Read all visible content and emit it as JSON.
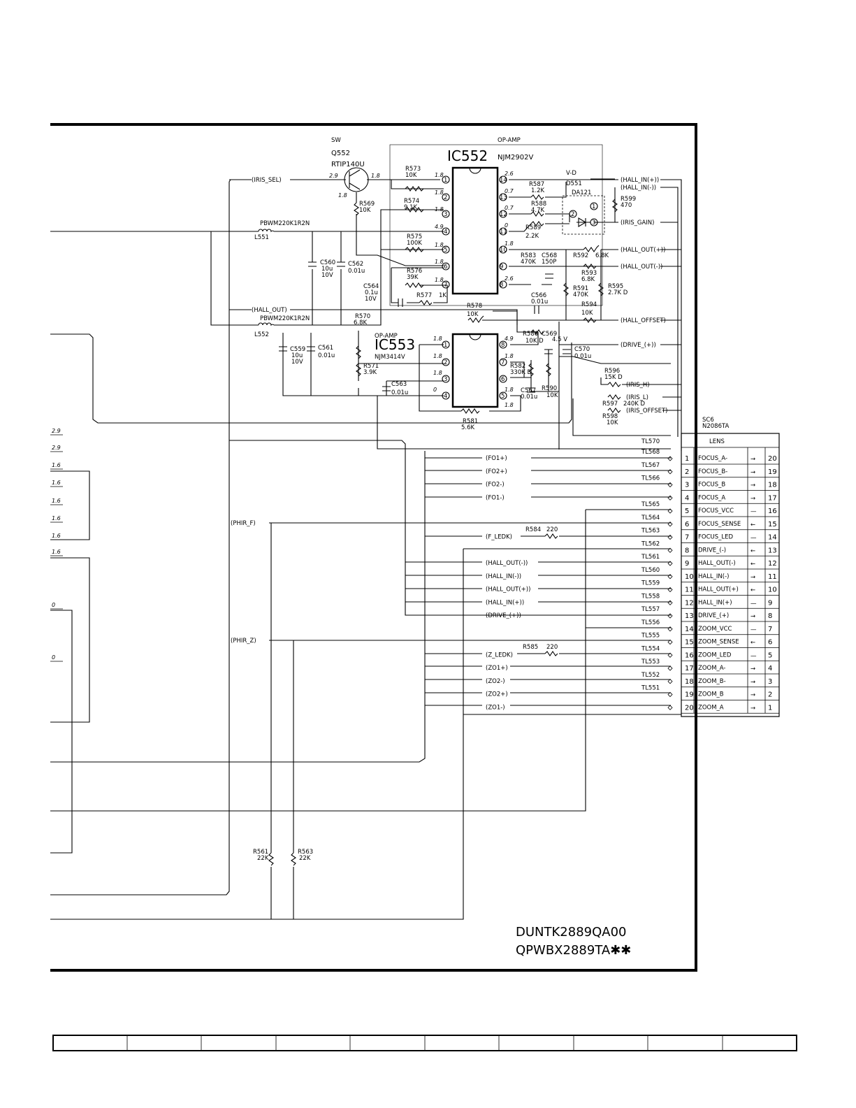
{
  "drawing": {
    "doc_number": "DUNTK2889QA00",
    "board_number": "QPWBX2889TA✱✱"
  },
  "transistor": {
    "role": "SW",
    "ref": "Q552",
    "part": "RTIP140U",
    "v_base": "2.9",
    "v_collector": "1.8",
    "v_emitter": "1.8"
  },
  "ic552": {
    "role": "OP-AMP",
    "ref": "IC552",
    "part": "NJM2902V",
    "left_pins": [
      {
        "n": "1",
        "v": "1.8"
      },
      {
        "n": "2",
        "v": "1.8"
      },
      {
        "n": "3",
        "v": "1.8"
      },
      {
        "n": "4",
        "v": "4.9"
      },
      {
        "n": "5",
        "v": "1.8"
      },
      {
        "n": "6",
        "v": "1.8"
      },
      {
        "n": "7",
        "v": "1.8"
      }
    ],
    "right_pins": [
      {
        "n": "14",
        "v": "2.6"
      },
      {
        "n": "13",
        "v": "0.7"
      },
      {
        "n": "12",
        "v": "0.7"
      },
      {
        "n": "11",
        "v": "0"
      },
      {
        "n": "10",
        "v": "1.8"
      },
      {
        "n": "9",
        "v": ""
      },
      {
        "n": "8",
        "v": "2.6"
      }
    ]
  },
  "ic553": {
    "role": "OP-AMP",
    "ref": "IC553",
    "part": "NJM3414V",
    "left_pins": [
      {
        "n": "1",
        "v": "1.8"
      },
      {
        "n": "2",
        "v": "1.8"
      },
      {
        "n": "3",
        "v": "1.8"
      },
      {
        "n": "4",
        "v": "0"
      }
    ],
    "right_pins": [
      {
        "n": "8",
        "v": "4.9"
      },
      {
        "n": "7",
        "v": "1.8"
      },
      {
        "n": "6",
        "v": ""
      },
      {
        "n": "5",
        "v": "1.8"
      }
    ],
    "extra_v": "1.8"
  },
  "diode": {
    "role": "V-D",
    "ref": "D551",
    "part": "DA121",
    "pins": [
      "1",
      "2",
      "3"
    ]
  },
  "inductors": [
    {
      "part": "PBWM220K1R2N",
      "ref": "L551"
    },
    {
      "part": "PBWM220K1R2N",
      "ref": "L552"
    }
  ],
  "components": {
    "R573": "10K",
    "R574": "9.1K",
    "R569": "10K",
    "R575": "100K",
    "R576": "39K",
    "R577": "1K",
    "R578": "10K",
    "R587": "1.2K",
    "R588": "4.7K",
    "R589": "2.2K",
    "R583": "470K",
    "R592": "6.8K",
    "R593": "6.8K",
    "R591": "470K",
    "R595": "2.7K D",
    "R594": "10K",
    "R599": "470",
    "R570": "6.8K",
    "R571": "3.9K",
    "R586": "10K D",
    "R582": "330K D",
    "R590": "10K",
    "R581": "5.6K",
    "R596": "15K D",
    "R597": "240K D",
    "R598": "10K",
    "R584": "220",
    "R585": "220",
    "R561": "22K",
    "R563": "22K",
    "C560": "10u",
    "C560v": "10V",
    "C562": "0.01u",
    "C564": "0.1u",
    "C564v": "10V",
    "C568": "150P",
    "C566": "0.01u",
    "C559": "10u",
    "C559v": "10V",
    "C561": "0.01u",
    "C563": "0.01u",
    "C569": "4.5 V",
    "C570": "0.01u",
    "C567": "0.01u"
  },
  "nets_top": [
    "(IRIS_SEL)",
    "(HALL_IN(+))",
    "(HALL_IN(-))",
    "(IRIS_GAIN)",
    "(HALL_OUT(+))",
    "(HALL_OUT(-))",
    "(HALL_OUT)",
    "(HALL_OFFSET)",
    "(DRIVE_(+))",
    "(IRIS_H)",
    "(IRIS_L)",
    "(IRIS_OFFSET)",
    "(PHIR_F)",
    "(PHIR_Z)"
  ],
  "connector": {
    "ref": "SC6",
    "part": "N2086TA",
    "title": "LENS",
    "test_point_top": "TL570",
    "rows": [
      {
        "n": "1",
        "tl": "TL568",
        "net": "(FO1+)",
        "name": "FOCUS_A-",
        "dir": "→",
        "pin": "20"
      },
      {
        "n": "2",
        "tl": "TL567",
        "net": "(FO2+)",
        "name": "FOCUS_B-",
        "dir": "→",
        "pin": "19"
      },
      {
        "n": "3",
        "tl": "TL566",
        "net": "(FO2-)",
        "name": "FOCUS_B",
        "dir": "→",
        "pin": "18"
      },
      {
        "n": "4",
        "tl": "",
        "net": "(FO1-)",
        "name": "FOCUS_A",
        "dir": "→",
        "pin": "17"
      },
      {
        "n": "5",
        "tl": "TL565",
        "net": "",
        "name": "FOCUS_VCC",
        "dir": "—",
        "pin": "16"
      },
      {
        "n": "6",
        "tl": "TL564",
        "net": "",
        "name": "FOCUS_SENSE",
        "dir": "←",
        "pin": "15"
      },
      {
        "n": "7",
        "tl": "TL563",
        "net": "(F_LEDK)",
        "name": "FOCUS_LED",
        "dir": "—",
        "pin": "14"
      },
      {
        "n": "8",
        "tl": "TL562",
        "net": "",
        "name": "DRIVE_(-)",
        "dir": "←",
        "pin": "13"
      },
      {
        "n": "9",
        "tl": "TL561",
        "net": "(HALL_OUT(-))",
        "name": "HALL_OUT(-)",
        "dir": "←",
        "pin": "12"
      },
      {
        "n": "10",
        "tl": "TL560",
        "net": "(HALL_IN(-))",
        "name": "HALL_IN(-)",
        "dir": "→",
        "pin": "11"
      },
      {
        "n": "11",
        "tl": "TL559",
        "net": "(HALL_OUT(+))",
        "name": "HALL_OUT(+)",
        "dir": "←",
        "pin": "10"
      },
      {
        "n": "12",
        "tl": "TL558",
        "net": "(HALL_IN(+))",
        "name": "HALL_IN(+)",
        "dir": "—",
        "pin": "9"
      },
      {
        "n": "13",
        "tl": "TL557",
        "net": "(DRIVE_(+))",
        "name": "DRIVE_(+)",
        "dir": "→",
        "pin": "8"
      },
      {
        "n": "14",
        "tl": "TL556",
        "net": "",
        "name": "ZOOM_VCC",
        "dir": "—",
        "pin": "7"
      },
      {
        "n": "15",
        "tl": "TL555",
        "net": "",
        "name": "ZOOM_SENSE",
        "dir": "←",
        "pin": "6"
      },
      {
        "n": "16",
        "tl": "TL554",
        "net": "(Z_LEDK)",
        "name": "ZOOM_LED",
        "dir": "—",
        "pin": "5"
      },
      {
        "n": "17",
        "tl": "TL553",
        "net": "(ZO1+)",
        "name": "ZOOM_A-",
        "dir": "→",
        "pin": "4"
      },
      {
        "n": "18",
        "tl": "TL552",
        "net": "(ZO2-)",
        "name": "ZOOM_B-",
        "dir": "→",
        "pin": "3"
      },
      {
        "n": "19",
        "tl": "TL551",
        "net": "(ZO2+)",
        "name": "ZOOM_B",
        "dir": "→",
        "pin": "2"
      },
      {
        "n": "20",
        "tl": "",
        "net": "(ZO1-)",
        "name": "ZOOM_A",
        "dir": "→",
        "pin": "1"
      }
    ]
  },
  "left_edge_values": [
    "2.9",
    "2.9",
    "1.6",
    "1.6",
    "1.6",
    "1.6",
    "1.6",
    "1.6",
    "0",
    "0"
  ]
}
